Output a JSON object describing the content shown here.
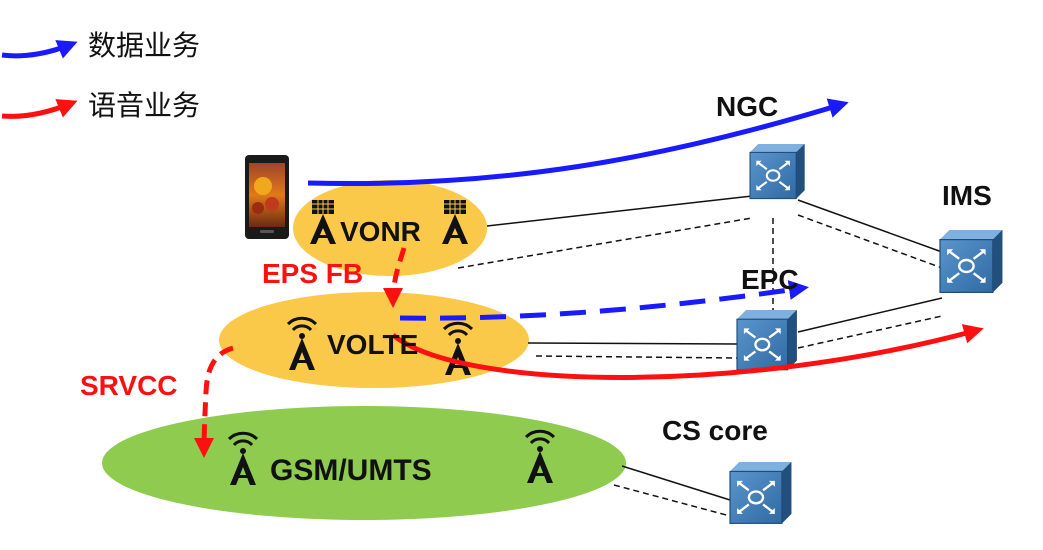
{
  "legend": {
    "data_label": "数据业务",
    "voice_label": "语音业务"
  },
  "networks": {
    "ngc": "NGC",
    "epc": "EPC",
    "ims": "IMS",
    "cs_core": "CS core"
  },
  "radio": {
    "vonr": "VONR",
    "volte": "VOLTE",
    "gsm_umts": "GSM/UMTS"
  },
  "procedures": {
    "eps_fb": "EPS FB",
    "srvcc": "SRVCC"
  },
  "colors": {
    "data_flow": "#1a1aff",
    "voice_flow": "#ff1010",
    "cell_yellow": "#fbc94a",
    "cell_green": "#8fcb4f",
    "switch_blue": "#3d7cb4"
  }
}
